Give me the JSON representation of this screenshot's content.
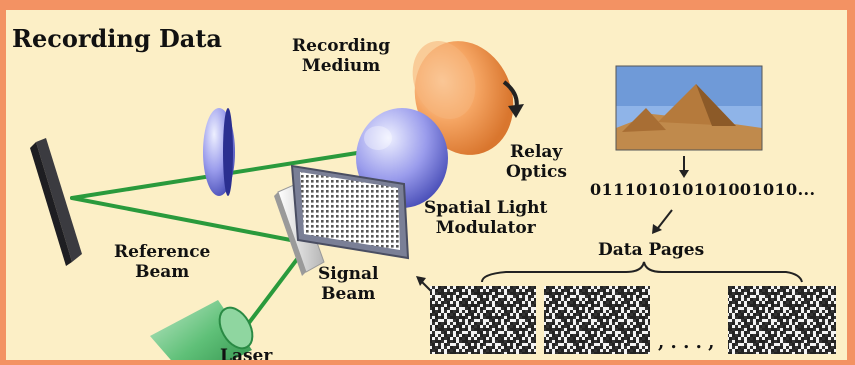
{
  "title": "Recording Data",
  "labels": {
    "recording_medium": [
      "Recording",
      "Medium"
    ],
    "relay_optics": [
      "Relay",
      "Optics"
    ],
    "slm": [
      "Spatial Light",
      "Modulator"
    ],
    "reference_beam": [
      "Reference",
      "Beam"
    ],
    "signal_beam": [
      "Signal",
      "Beam"
    ],
    "laser": "Laser",
    "data_pages": "Data Pages",
    "ellipsis": ", . . . ,"
  },
  "binary_string": "0111010101010010 10...",
  "binary_display": "011101010101001010...",
  "colors": {
    "frame": "#f39263",
    "panel": "#fcefc6",
    "beam": "#2a9a3c",
    "medium": "#f0a060",
    "lens": "#8c8fe0",
    "laser": "#3aa055"
  },
  "icons": [
    "recording-medium-disc-icon",
    "relay-lens-icon",
    "spatial-light-modulator-icon",
    "mirror-icon",
    "beam-splitter-icon",
    "laser-icon",
    "sphinx-picture-icon",
    "data-page-icon",
    "rotation-arrow-icon"
  ]
}
